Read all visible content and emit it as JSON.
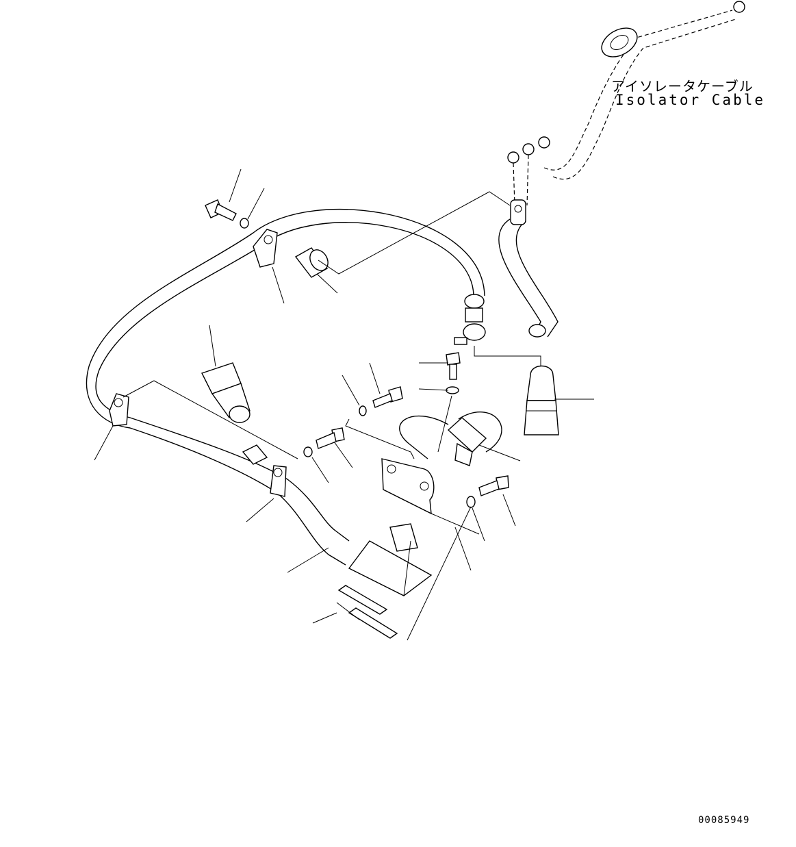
{
  "labels": {
    "isolator_cable_jp": "アイソレータケーブル",
    "isolator_cable_en": "Isolator Cable",
    "drawing_number": "00085949"
  }
}
